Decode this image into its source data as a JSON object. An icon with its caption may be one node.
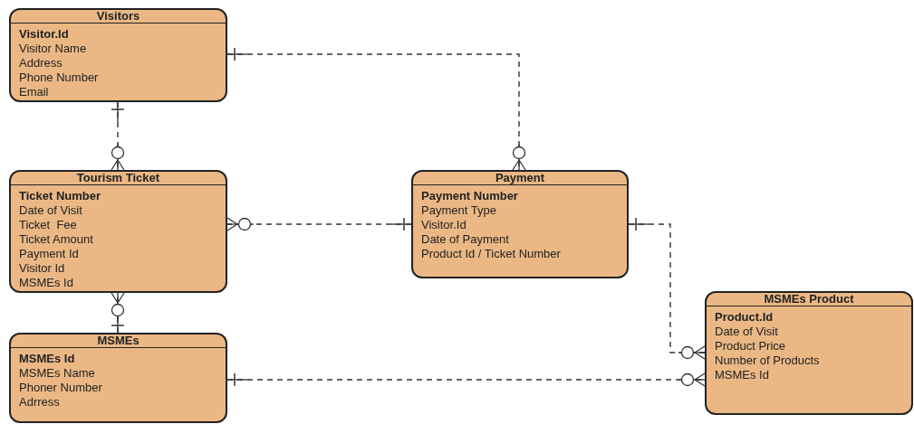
{
  "diagram": {
    "nodes": [
      {
        "text": [
          "Visitors",
          "Visitor.Id",
          "Visitor Name",
          "Address",
          "Phone Number",
          "Email"
        ]
      },
      {
        "text": [
          "Tourism  Ticket",
          "Ticket Number",
          "Date of Visit",
          "Ticket  Fee",
          "Ticket Amount",
          "Payment Id",
          "Visitor Id",
          "MSMEs Id"
        ]
      },
      {
        "text": [
          "Payment",
          "Payment Number",
          "Payment Type",
          "Visitor.Id",
          "Date of Payment",
          "Product Id / Ticket Number"
        ]
      },
      {
        "text": [
          "MSMEs",
          "MSMEs Id",
          "MSMEs Name",
          "Phoner Number",
          "Adrress"
        ]
      },
      {
        "text": [
          "MSMEs Product",
          "Product.Id",
          "Date of Visit",
          "Product Price",
          "Number of Products",
          "MSMEs Id"
        ]
      }
    ],
    "edges": [
      {
        "from": 0,
        "to": 1,
        "arrow": "other",
        "style": "dashed"
      },
      {
        "from": 0,
        "to": 2,
        "arrow": "other",
        "style": "dashed"
      },
      {
        "from": 2,
        "to": 1,
        "arrow": "other",
        "style": "dashed"
      },
      {
        "from": 3,
        "to": 1,
        "arrow": "other",
        "style": "dashed"
      },
      {
        "from": 2,
        "to": 4,
        "arrow": "other",
        "style": "dashed"
      },
      {
        "from": 3,
        "to": 4,
        "arrow": "other",
        "style": "dashed"
      }
    ]
  }
}
